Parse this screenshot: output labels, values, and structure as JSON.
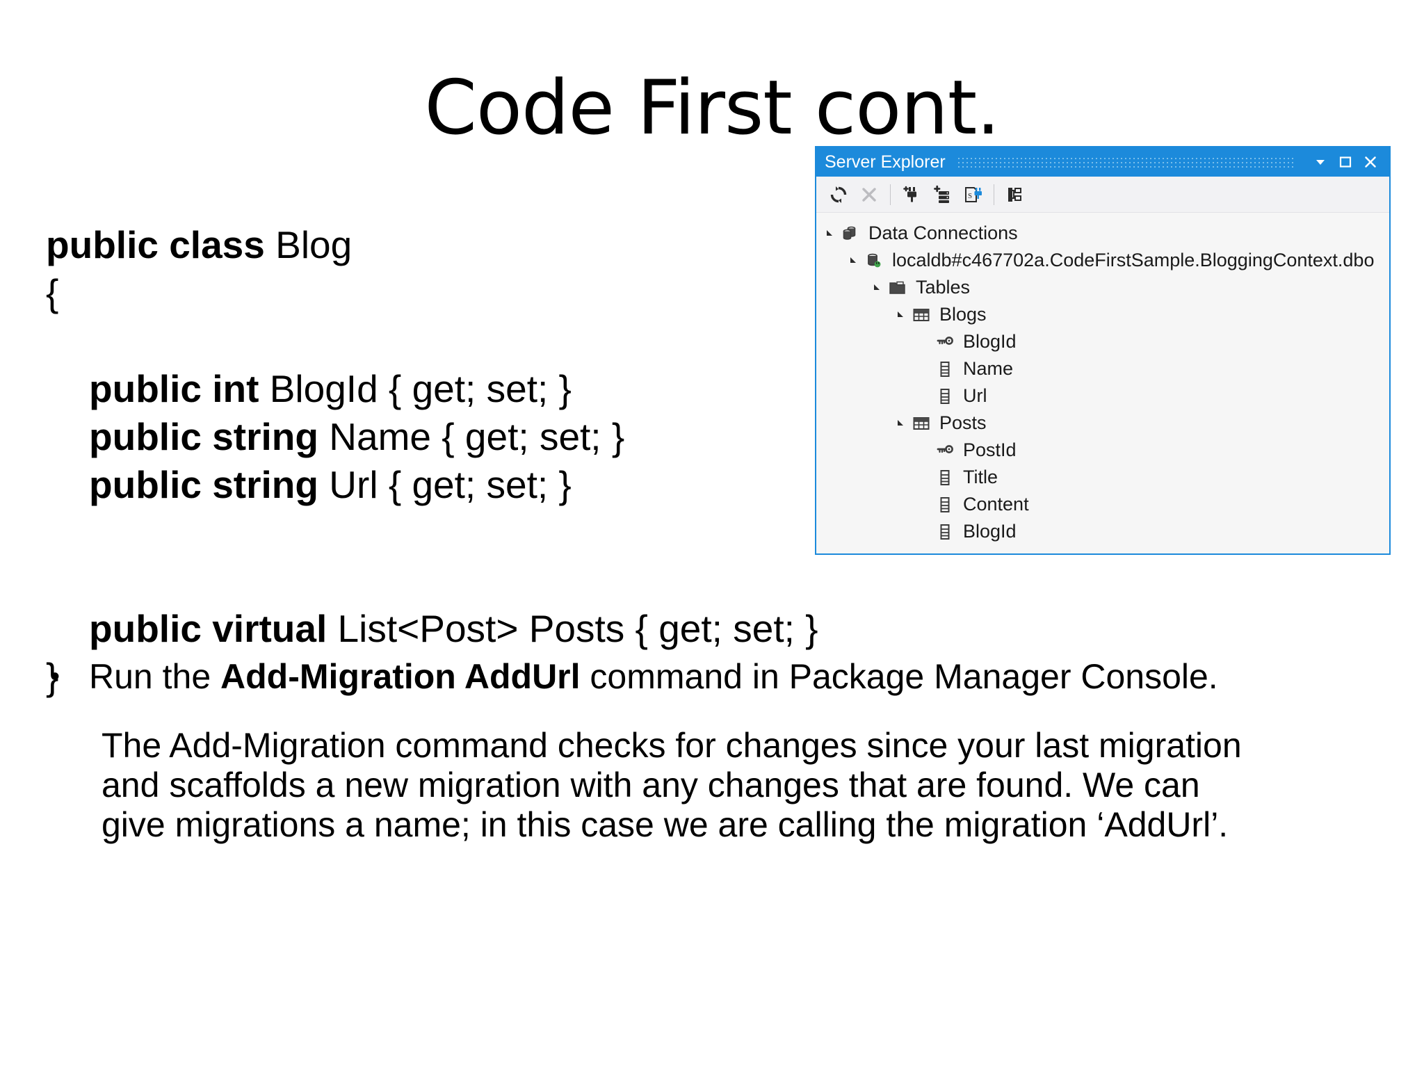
{
  "slide": {
    "title": "Code First cont."
  },
  "code": {
    "lines": [
      {
        "indent": 0,
        "keyword": "public class",
        "rest": " Blog"
      },
      {
        "indent": 0,
        "keyword": "",
        "rest": "{"
      },
      {
        "indent": 0,
        "keyword": "",
        "rest": ""
      },
      {
        "indent": 1,
        "keyword": "public int",
        "rest": " BlogId { get; set; }"
      },
      {
        "indent": 1,
        "keyword": "public string",
        "rest": " Name { get; set; }"
      },
      {
        "indent": 1,
        "keyword": "public string",
        "rest": " Url { get; set; }"
      },
      {
        "indent": 0,
        "keyword": "",
        "rest": ""
      },
      {
        "indent": 0,
        "keyword": "",
        "rest": ""
      },
      {
        "indent": 1,
        "keyword": "public virtual",
        "rest": " List<Post> Posts { get; set; }"
      },
      {
        "indent": 0,
        "keyword": "",
        "rest": "}"
      }
    ]
  },
  "bullet": {
    "marker": "•",
    "before": "Run the ",
    "bold": "Add-Migration AddUrl",
    "after": " command in Package Manager Console."
  },
  "paragraph": {
    "line1": "The Add-Migration command checks for changes since your last migration",
    "line2": "and scaffolds a new migration with any changes that are found. We can",
    "line3": "give migrations a name; in this case we are calling the migration ‘AddUrl’."
  },
  "server_explorer": {
    "title": "Server Explorer",
    "colors": {
      "titlebar": "#1c8adb",
      "body": "#f6f6f6",
      "toolbar": "#f2f2f4",
      "border": "#1c8adb",
      "key_icon": "#3c3c3c",
      "plug_green": "#3fa34a"
    },
    "window_buttons": [
      {
        "name": "dropdown",
        "glyph": "▾"
      },
      {
        "name": "maximize",
        "glyph": "□"
      },
      {
        "name": "close",
        "glyph": "✕"
      }
    ],
    "toolbar_buttons": [
      {
        "name": "refresh-icon",
        "label": "Refresh",
        "enabled": true
      },
      {
        "name": "stop-icon",
        "label": "Stop",
        "enabled": false
      },
      {
        "name": "connect-to-database-icon",
        "label": "Connect to Database",
        "enabled": true
      },
      {
        "name": "add-server-icon",
        "label": "Add Server",
        "enabled": true
      },
      {
        "name": "new-query-icon",
        "label": "New Query",
        "enabled": true
      },
      {
        "name": "object-explorer-icon",
        "label": "Object Explorer",
        "enabled": true
      }
    ],
    "tree": [
      {
        "level": 0,
        "label": "Data Connections",
        "icon": "data-connections-icon",
        "expander": "expanded"
      },
      {
        "level": 1,
        "label": "localdb#c467702a.CodeFirstSample.BloggingContext.dbo",
        "icon": "database-connection-icon",
        "expander": "expanded"
      },
      {
        "level": 2,
        "label": "Tables",
        "icon": "folder-icon",
        "expander": "expanded"
      },
      {
        "level": 3,
        "label": "Blogs",
        "icon": "table-icon",
        "expander": "expanded"
      },
      {
        "level": 4,
        "label": "BlogId",
        "icon": "primary-key-icon",
        "expander": "none"
      },
      {
        "level": 4,
        "label": "Name",
        "icon": "column-icon",
        "expander": "none"
      },
      {
        "level": 4,
        "label": "Url",
        "icon": "column-icon",
        "expander": "none"
      },
      {
        "level": 3,
        "label": "Posts",
        "icon": "table-icon",
        "expander": "expanded"
      },
      {
        "level": 4,
        "label": "PostId",
        "icon": "primary-key-icon",
        "expander": "none"
      },
      {
        "level": 4,
        "label": "Title",
        "icon": "column-icon",
        "expander": "none"
      },
      {
        "level": 4,
        "label": "Content",
        "icon": "column-icon",
        "expander": "none"
      },
      {
        "level": 4,
        "label": "BlogId",
        "icon": "column-icon",
        "expander": "none"
      }
    ]
  }
}
